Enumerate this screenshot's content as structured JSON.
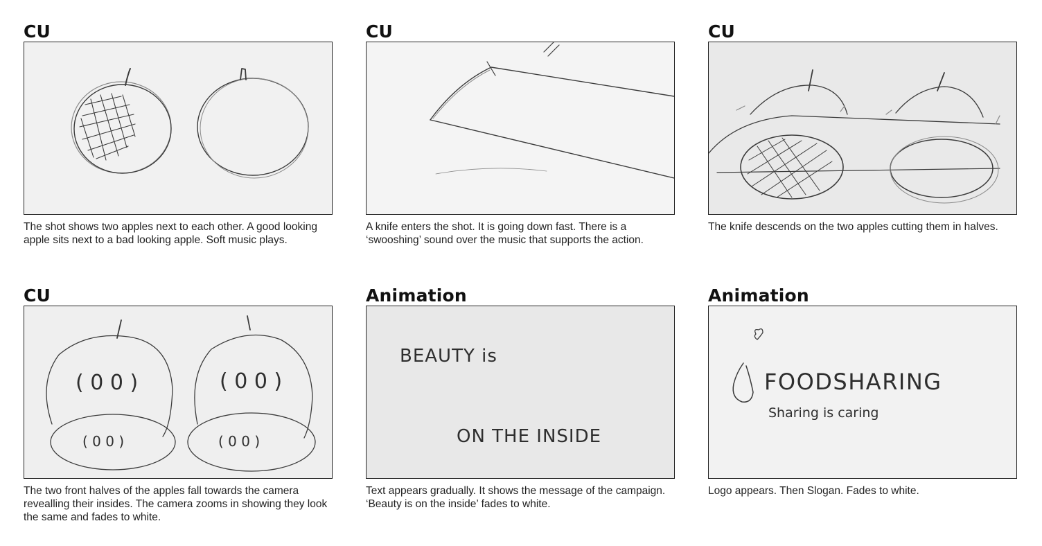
{
  "panels": [
    {
      "label": "CU",
      "caption": "The shot shows two apples next to each other. A good looking apple sits next to a bad looking apple. Soft music plays.",
      "sketch": "two-apples-sketch"
    },
    {
      "label": "CU",
      "caption": "A knife enters the shot. It is going down fast. There is a ‘swooshing’ sound over the music that supports the action.",
      "sketch": "knife-sketch"
    },
    {
      "label": "CU",
      "caption": "The knife descends on the two apples cutting them in halves.",
      "sketch": "knife-cutting-apples-sketch"
    },
    {
      "label": "CU",
      "caption": "The two front halves of the apples fall towards the camera revealling their insides. The camera zooms in showing they look the same and fades to white.",
      "sketch": "apple-halves-sketch"
    },
    {
      "label": "Animation",
      "caption": "Text appears gradually. It shows the message of the campaign. ‘Beauty is on the inside’ fades to white.",
      "sketch": "slogan-text-sketch",
      "handwriting": [
        "BEAUTY   is",
        "ON THE INSIDE"
      ]
    },
    {
      "label": "Animation",
      "caption": "Logo appears. Then Slogan. Fades to white.",
      "sketch": "logo-sketch",
      "handwriting": [
        "FOODSHARING",
        "Sharing   is   caring"
      ]
    }
  ]
}
